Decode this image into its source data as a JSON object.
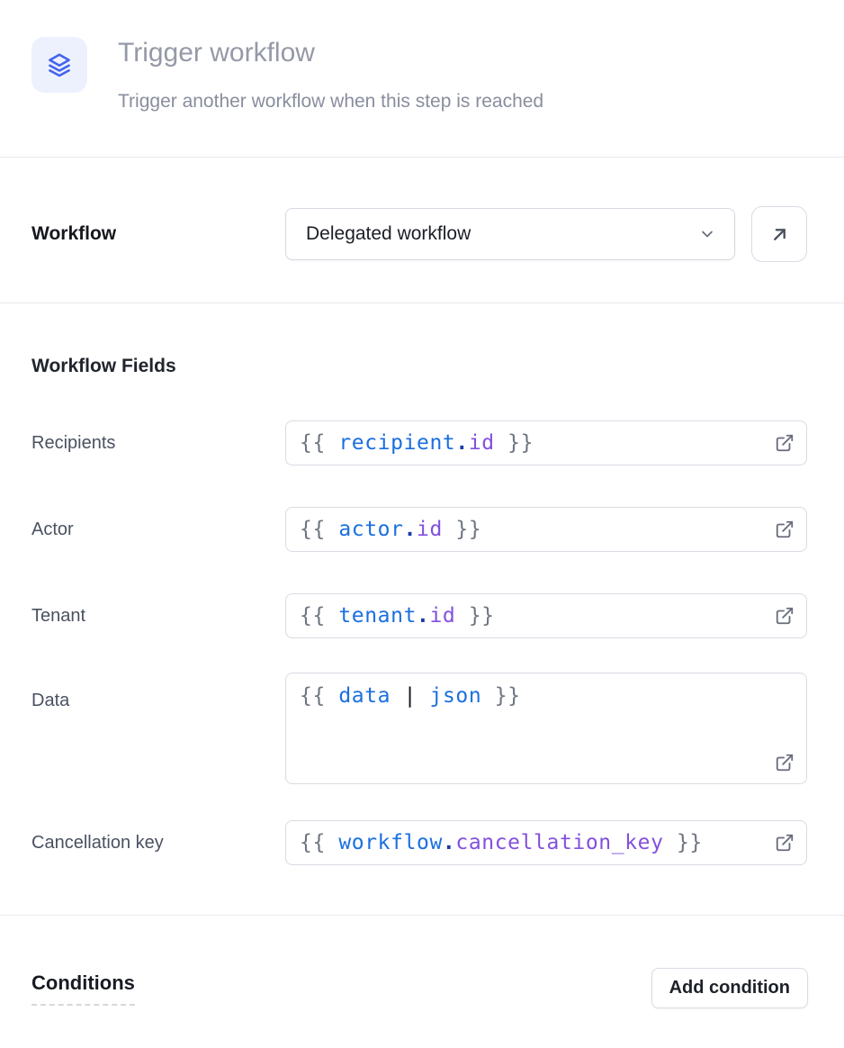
{
  "header": {
    "title": "Trigger workflow",
    "subtitle": "Trigger another workflow when this step is reached",
    "icon": "layers-icon"
  },
  "workflow": {
    "label": "Workflow",
    "selected_option": "Delegated workflow",
    "chevron_icon": "chevron-down-icon",
    "open_button_icon": "arrow-up-right-icon"
  },
  "fields": {
    "heading": "Workflow Fields",
    "rows": [
      {
        "label": "Recipients",
        "value": "{{ recipient.id }}",
        "tokens": [
          {
            "text": "{{ ",
            "type": "brace"
          },
          {
            "text": "recipient",
            "type": "var"
          },
          {
            "text": ".",
            "type": "dot"
          },
          {
            "text": "id",
            "type": "prop"
          },
          {
            "text": " }}",
            "type": "brace"
          }
        ]
      },
      {
        "label": "Actor",
        "value": "{{ actor.id }}",
        "tokens": [
          {
            "text": "{{ ",
            "type": "brace"
          },
          {
            "text": "actor",
            "type": "var"
          },
          {
            "text": ".",
            "type": "dot"
          },
          {
            "text": "id",
            "type": "prop"
          },
          {
            "text": " }}",
            "type": "brace"
          }
        ]
      },
      {
        "label": "Tenant",
        "value": "{{ tenant.id }}",
        "tokens": [
          {
            "text": "{{ ",
            "type": "brace"
          },
          {
            "text": "tenant",
            "type": "var"
          },
          {
            "text": ".",
            "type": "dot"
          },
          {
            "text": "id",
            "type": "prop"
          },
          {
            "text": " }}",
            "type": "brace"
          }
        ]
      },
      {
        "label": "Data",
        "value": "{{ data | json }}",
        "multiline": true,
        "tokens": [
          {
            "text": "{{ ",
            "type": "brace"
          },
          {
            "text": "data",
            "type": "var"
          },
          {
            "text": " ",
            "type": "plain"
          },
          {
            "text": "|",
            "type": "pipe"
          },
          {
            "text": " ",
            "type": "plain"
          },
          {
            "text": "json",
            "type": "var"
          },
          {
            "text": " }}",
            "type": "brace"
          }
        ]
      },
      {
        "label": "Cancellation key",
        "value": "{{ workflow.cancellation_key }}",
        "tokens": [
          {
            "text": "{{ ",
            "type": "brace"
          },
          {
            "text": "workflow",
            "type": "var"
          },
          {
            "text": ".",
            "type": "dot"
          },
          {
            "text": "cancellation_key",
            "type": "prop"
          },
          {
            "text": " }}",
            "type": "brace"
          }
        ]
      }
    ],
    "external_link_icon": "external-link-icon"
  },
  "conditions": {
    "heading": "Conditions",
    "add_button_label": "Add condition"
  },
  "colors": {
    "icon_bg": "#edf1fe",
    "icon_blue": "#4263eb",
    "muted_title": "#9599a7",
    "divider": "#e9eaee",
    "token_brace": "#6e7480",
    "token_var": "#1a6fe0",
    "token_dot": "#1d3ba8",
    "token_prop": "#8250df",
    "token_pipe": "#14161c"
  }
}
